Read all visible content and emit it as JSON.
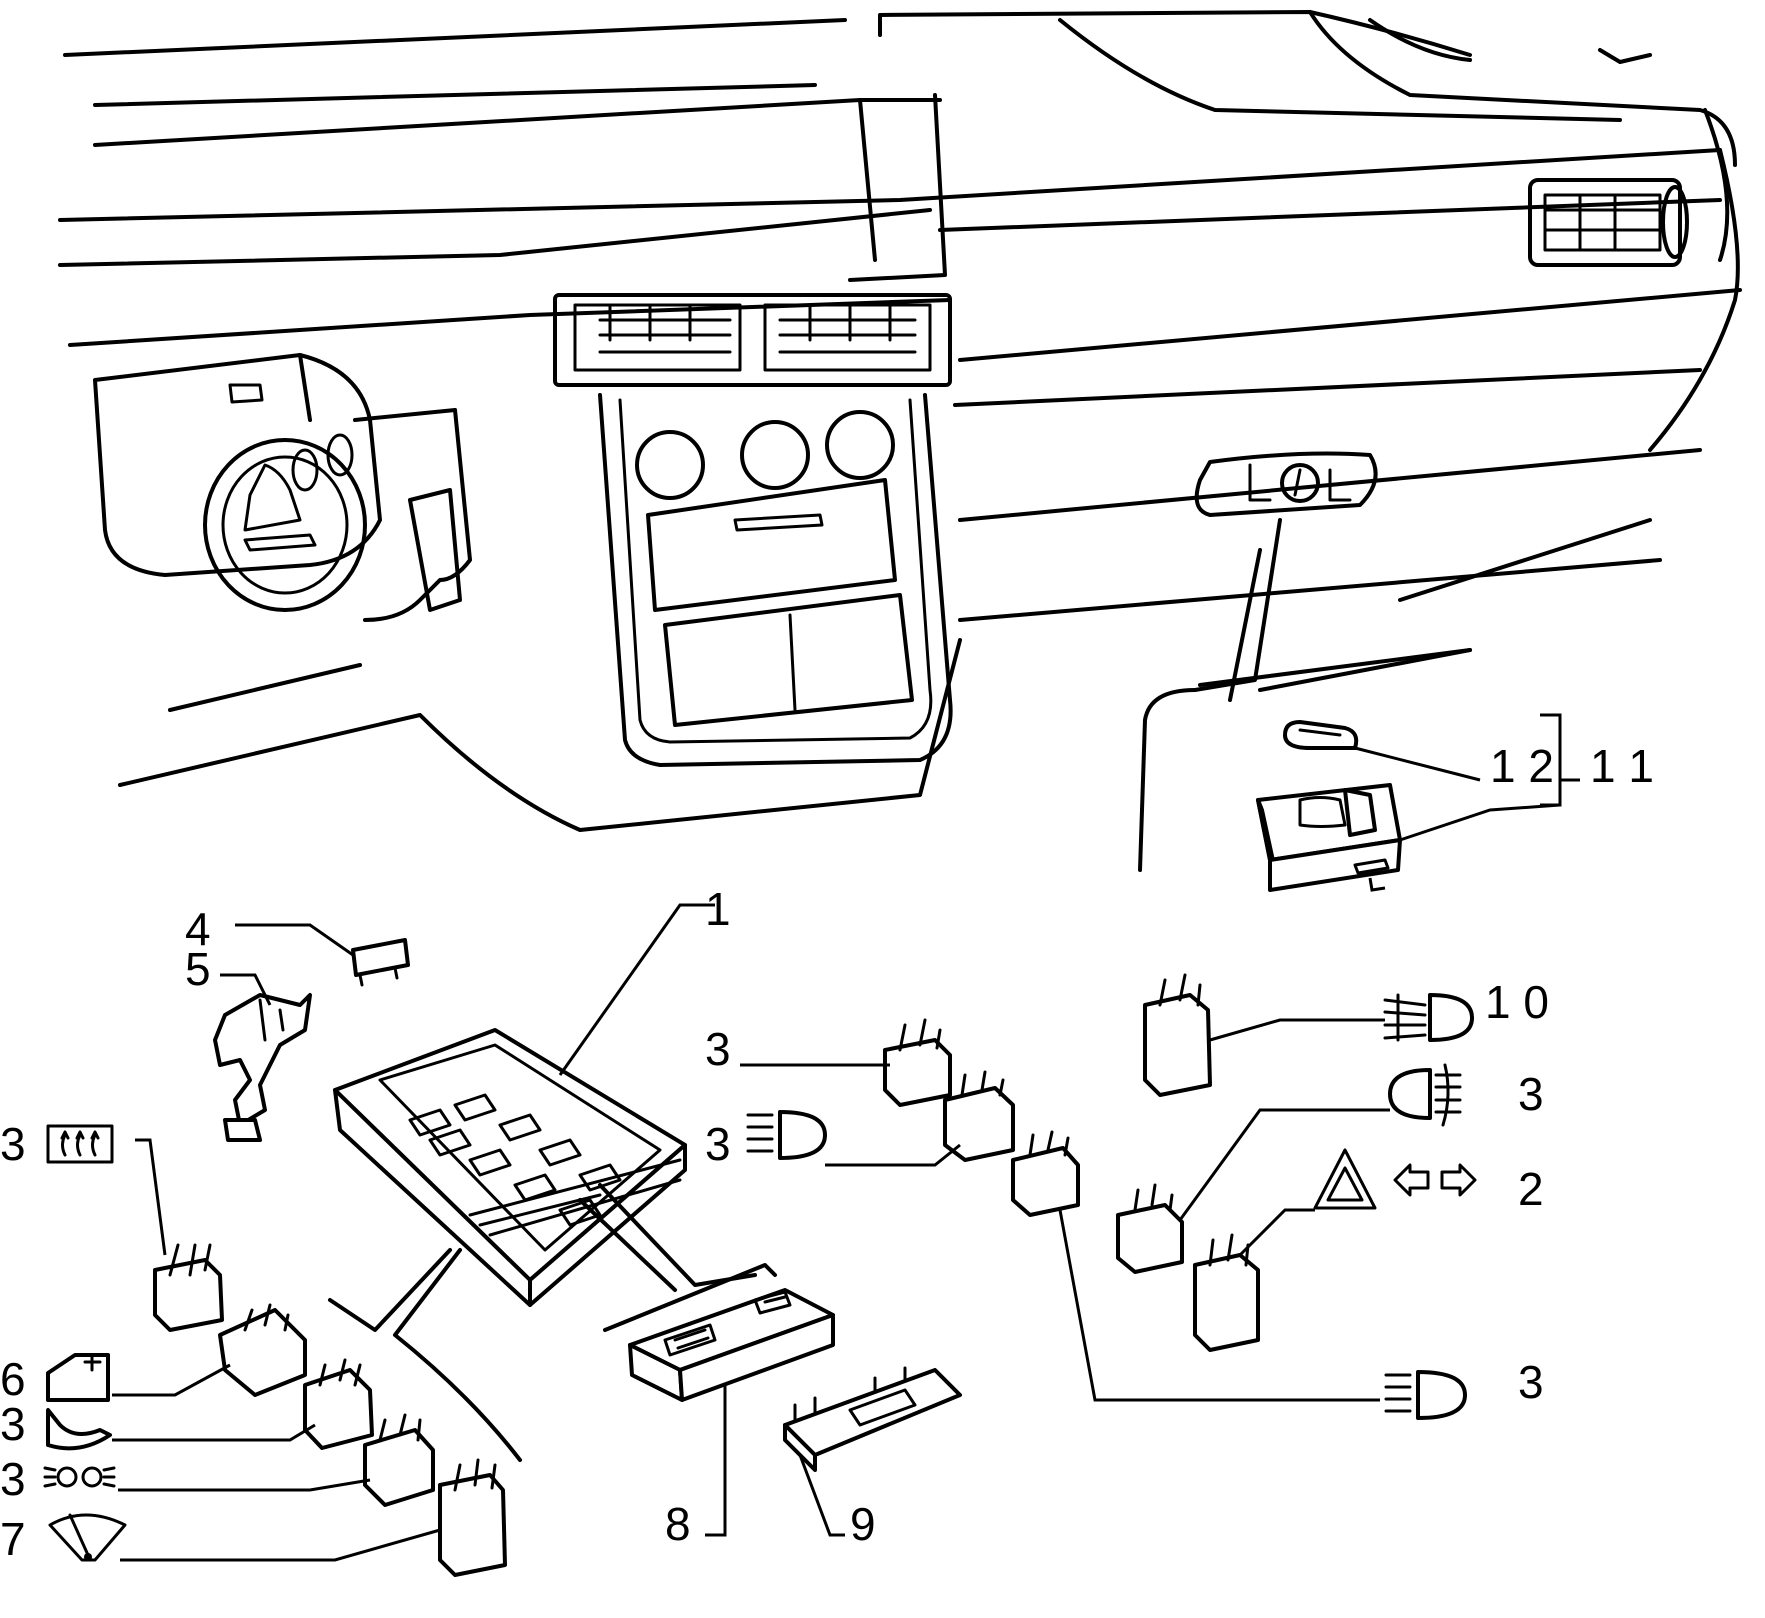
{
  "callouts": [
    {
      "id": "c1",
      "text": "1"
    },
    {
      "id": "c2",
      "text": "2"
    },
    {
      "id": "c3a",
      "text": "3"
    },
    {
      "id": "c3b",
      "text": "3"
    },
    {
      "id": "c3c",
      "text": "3"
    },
    {
      "id": "c3d",
      "text": "3"
    },
    {
      "id": "c3e",
      "text": "3"
    },
    {
      "id": "c3f",
      "text": "3"
    },
    {
      "id": "c3g",
      "text": "3"
    },
    {
      "id": "c4",
      "text": "4"
    },
    {
      "id": "c5",
      "text": "5"
    },
    {
      "id": "c6",
      "text": "6"
    },
    {
      "id": "c7",
      "text": "7"
    },
    {
      "id": "c8",
      "text": "8"
    },
    {
      "id": "c9",
      "text": "9"
    },
    {
      "id": "c10",
      "text": "1 0"
    },
    {
      "id": "c11",
      "text": "1 1"
    },
    {
      "id": "c12",
      "text": "1 2"
    }
  ],
  "icons": [
    "rear-defrost-icon",
    "low-beam-icon",
    "fog-light-icon",
    "rear-fog-icon",
    "hazard-icon",
    "turn-signal-icon",
    "door-lock-icon",
    "horn-icon",
    "side-lights-icon",
    "wiper-icon",
    "headlight-icon"
  ]
}
